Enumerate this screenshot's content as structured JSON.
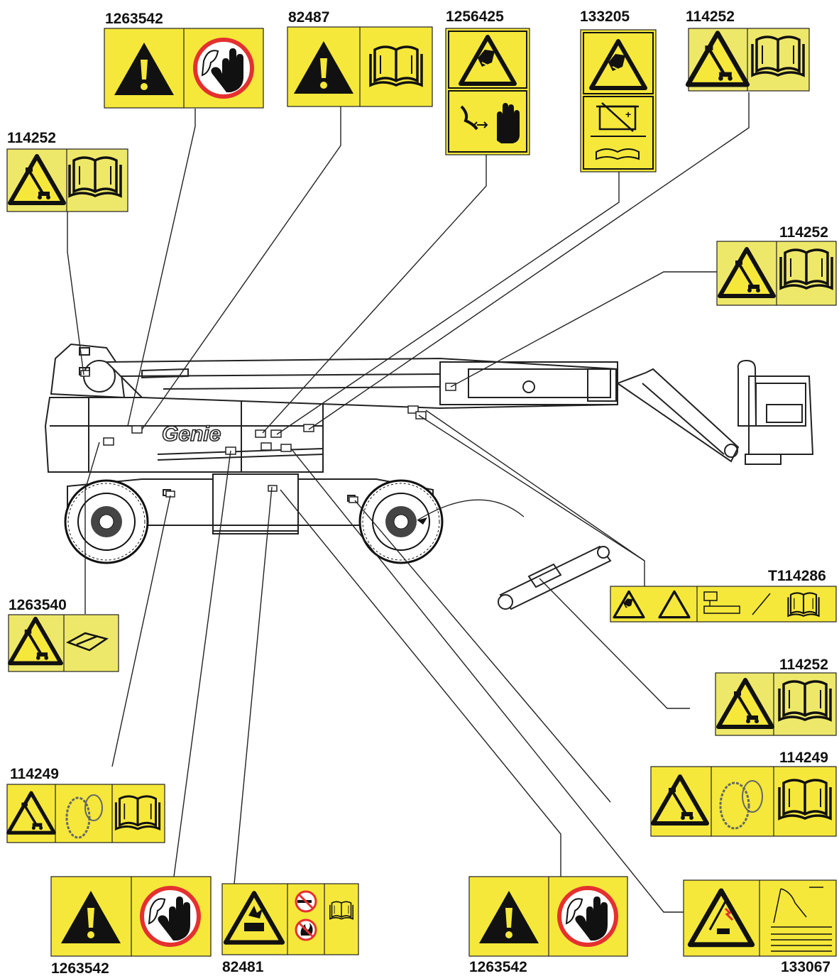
{
  "brand": "Genie",
  "colors": {
    "decal_yellow": "#f5e83a",
    "decal_light_yellow": "#eee86a",
    "prohibit_red": "#e53030",
    "ink": "#111111"
  },
  "decals": {
    "d1": {
      "part_no": "1263542",
      "icons": [
        "warning-triangle-icon",
        "keep-clear-hand-icon"
      ]
    },
    "d2": {
      "part_no": "82487",
      "icons": [
        "warning-triangle-icon",
        "manual-book-icon"
      ]
    },
    "d3": {
      "part_no": "1256425",
      "icons": [
        "hand-crush-hazard-icon",
        "keep-hands-away-icon"
      ]
    },
    "d4": {
      "part_no": "133205",
      "icons": [
        "hand-crush-hazard-icon",
        "battery-icon",
        "manual-wrench-icon"
      ]
    },
    "d5": {
      "part_no": "114252",
      "icons": [
        "tip-over-hazard-icon",
        "manual-book-icon"
      ]
    },
    "d6": {
      "part_no": "114252",
      "icons": [
        "tip-over-hazard-icon",
        "manual-book-icon"
      ]
    },
    "d7": {
      "part_no": "114252",
      "icons": [
        "tip-over-hazard-icon",
        "manual-book-icon"
      ]
    },
    "d8": {
      "part_no": "T114286",
      "icons": [
        "crush-hazard-icon",
        "fall-hazard-icon",
        "platform-diagram-icon",
        "manual-book-icon"
      ]
    },
    "d9": {
      "part_no": "1263540",
      "icons": [
        "tip-over-hazard-icon",
        "manual-wrench-icon"
      ]
    },
    "d10": {
      "part_no": "114252",
      "icons": [
        "tip-over-hazard-icon",
        "manual-book-icon"
      ]
    },
    "d11": {
      "part_no": "114249",
      "icons": [
        "tip-over-hazard-icon",
        "tire-icon",
        "manual-book-icon"
      ]
    },
    "d12": {
      "part_no": "114249",
      "icons": [
        "tip-over-hazard-icon",
        "tire-icon",
        "manual-book-icon"
      ]
    },
    "d13": {
      "part_no": "1263542",
      "icons": [
        "warning-triangle-icon",
        "keep-clear-hand-icon"
      ]
    },
    "d14": {
      "part_no": "82481",
      "icons": [
        "battery-explosion-hazard-icon",
        "no-smoking-icon",
        "no-flame-icon",
        "manual-book-icon"
      ]
    },
    "d15": {
      "part_no": "1263542",
      "icons": [
        "warning-triangle-icon",
        "keep-clear-hand-icon"
      ]
    },
    "d16": {
      "part_no": "133067",
      "icons": [
        "electrocution-hazard-icon",
        "clearance-table-icon"
      ]
    }
  }
}
